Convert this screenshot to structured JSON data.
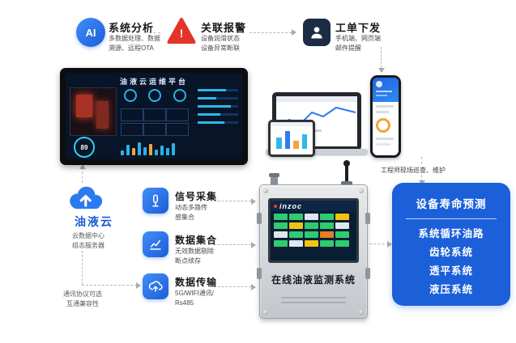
{
  "top_features": [
    {
      "icon_text": "AI",
      "title": "系统分析",
      "desc": "多数据处理、数据\n溯源、远程OTA"
    },
    {
      "icon_text": "!",
      "title": "关联报警",
      "desc": "设备润滑状态\n设备异常断联"
    },
    {
      "title": "工单下发",
      "desc": "手机端、网页端\n邮件提醒"
    }
  ],
  "monitor": {
    "dashboard_title": "油液云运维平台",
    "gauge_value": "89"
  },
  "engineer_note": "工程师现场巡查、维护",
  "cloud": {
    "title": "油液云",
    "desc": "云数据中心\n组态服务器"
  },
  "protocol_note": "通讯协议可选\n互通兼容性",
  "pipeline": [
    {
      "title": "信号采集",
      "desc": "动态多路传\n感集合"
    },
    {
      "title": "数据集合",
      "desc": "无效数据剔除\n断点续存"
    },
    {
      "title": "数据传输",
      "desc": "5G/WIFI通讯/\nRs485"
    }
  ],
  "device": {
    "brand": "inzoc",
    "label": "在线油液监测系统"
  },
  "prediction": {
    "title": "设备寿命预测",
    "items": [
      "系统循环油路",
      "齿轮系统",
      "透平系统",
      "液压系统"
    ]
  },
  "colors": {
    "accent_blue": "#1b5fd9",
    "alert_red": "#e23428",
    "navy": "#1d2b45"
  }
}
